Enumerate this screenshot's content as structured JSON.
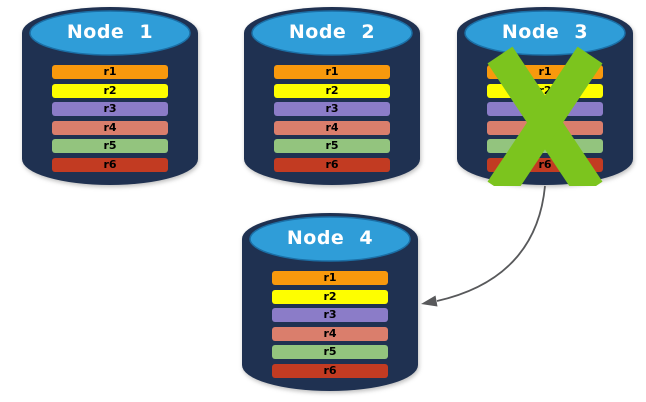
{
  "diagram": {
    "nodes": [
      {
        "label": "Node 1",
        "failed": false
      },
      {
        "label": "Node 2",
        "failed": false
      },
      {
        "label": "Node 3",
        "failed": true
      },
      {
        "label": "Node 4",
        "failed": false
      }
    ],
    "rows": [
      {
        "label": "r1",
        "color": "#F8990D"
      },
      {
        "label": "r2",
        "color": "#FEFE00"
      },
      {
        "label": "r3",
        "color": "#8B7CC8"
      },
      {
        "label": "r4",
        "color": "#DA7E6C"
      },
      {
        "label": "r5",
        "color": "#93C47E"
      },
      {
        "label": "r6",
        "color": "#C23B22"
      }
    ],
    "colors": {
      "cylinder_body": "#1F3151",
      "cylinder_top": "#2F9DD8",
      "cylinder_top_edge": "#1B6FA6",
      "failure_x": "#7CC41E",
      "arrow": "#58595B",
      "node_label_text": "#FFFFFF",
      "row_label_text": "#000000"
    },
    "arrow": {
      "from": "Node 3",
      "to": "Node 4"
    }
  }
}
